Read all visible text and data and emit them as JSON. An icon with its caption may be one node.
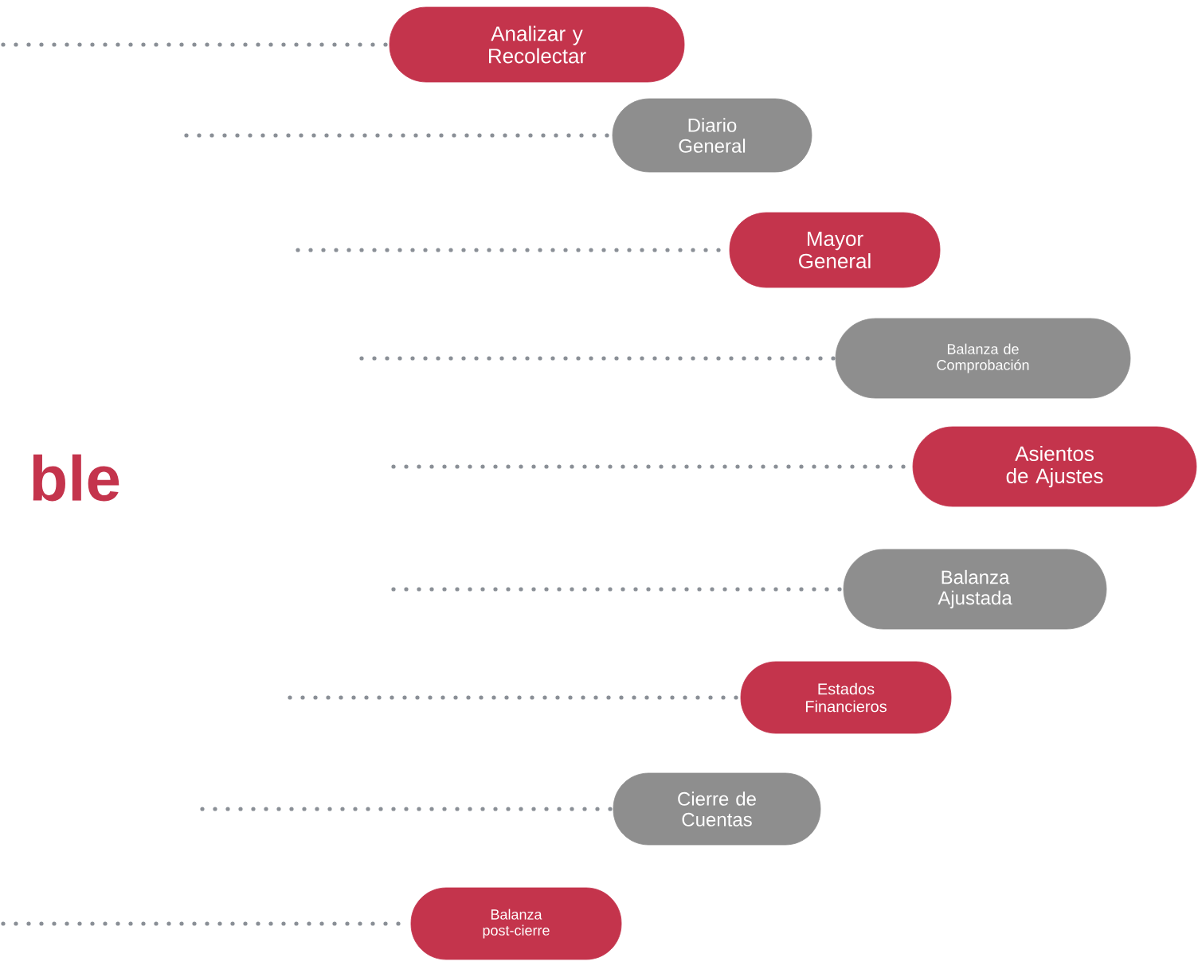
{
  "diagram": {
    "nodes": [
      {
        "text": [
          "Analizar y Recolectar"
        ]
      },
      {
        "text": [
          "Diario General"
        ]
      },
      {
        "text": [
          "Mayor General"
        ]
      },
      {
        "text": [
          "Balanza de Comprobación"
        ]
      },
      {
        "text": [
          "Asientos de Ajustes"
        ]
      },
      {
        "text": [
          "Balanza Ajustada"
        ]
      },
      {
        "text": [
          "Estados Financieros"
        ]
      },
      {
        "text": [
          "Cierre de Cuentas"
        ]
      },
      {
        "text": [
          "Balanza post-cierre"
        ]
      }
    ],
    "edges": [
      {
        "from": null,
        "to": 0,
        "arrow": "none",
        "style": "dashed"
      },
      {
        "from": null,
        "to": 1,
        "arrow": "none",
        "style": "dashed"
      },
      {
        "from": null,
        "to": 2,
        "arrow": "none",
        "style": "dashed"
      },
      {
        "from": null,
        "to": 3,
        "arrow": "none",
        "style": "dashed"
      },
      {
        "from": null,
        "to": 4,
        "arrow": "none",
        "style": "dashed"
      },
      {
        "from": null,
        "to": 5,
        "arrow": "none",
        "style": "dashed"
      },
      {
        "from": null,
        "to": 6,
        "arrow": "none",
        "style": "dashed"
      },
      {
        "from": null,
        "to": 7,
        "arrow": "none",
        "style": "dashed"
      },
      {
        "from": null,
        "to": 8,
        "arrow": "none",
        "style": "dashed"
      }
    ],
    "labels": [
      "ble"
    ]
  }
}
